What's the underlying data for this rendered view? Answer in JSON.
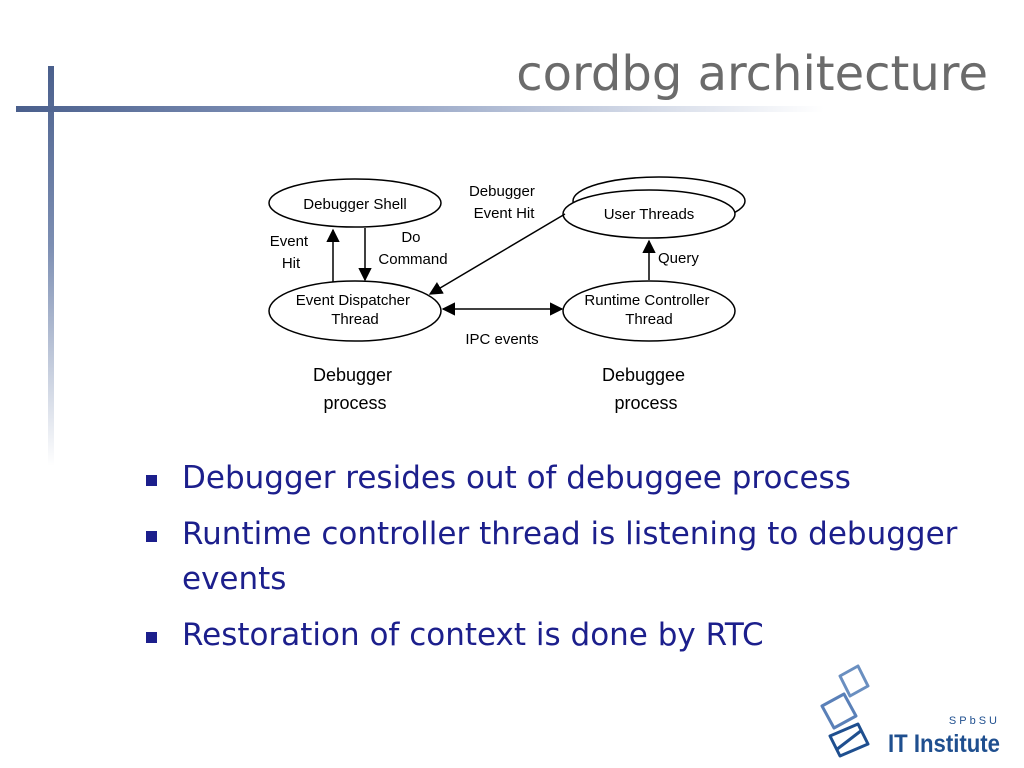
{
  "slide": {
    "title": "cordbg architecture"
  },
  "diagram": {
    "debugger_shell": "Debugger Shell",
    "event_hit_lines": [
      "Event",
      "Hit"
    ],
    "do_command_lines": [
      "Do",
      "Command"
    ],
    "event_dispatcher_lines": [
      "Event Dispatcher",
      "Thread"
    ],
    "debugger_event_hit_lines": [
      "Debugger",
      "Event Hit"
    ],
    "user_threads": "User Threads",
    "query": "Query",
    "runtime_controller_lines": [
      "Runtime Controller",
      "Thread"
    ],
    "ipc_events": "IPC events",
    "debugger_process_lines": [
      "Debugger",
      "process"
    ],
    "debuggee_process_lines": [
      "Debuggee",
      "process"
    ]
  },
  "bullets": [
    "Debugger resides out of debuggee process",
    "Runtime controller thread is listening to debugger events",
    "Restoration of context is done by RTC"
  ],
  "logo": {
    "small_text": "SPbSU",
    "main_text": "IT Institute"
  },
  "colors": {
    "title": "#6b6b6b",
    "bullet_text": "#1c1f8c",
    "accent_lines": "#4a5f8c",
    "logo": "#1f4f8f"
  }
}
